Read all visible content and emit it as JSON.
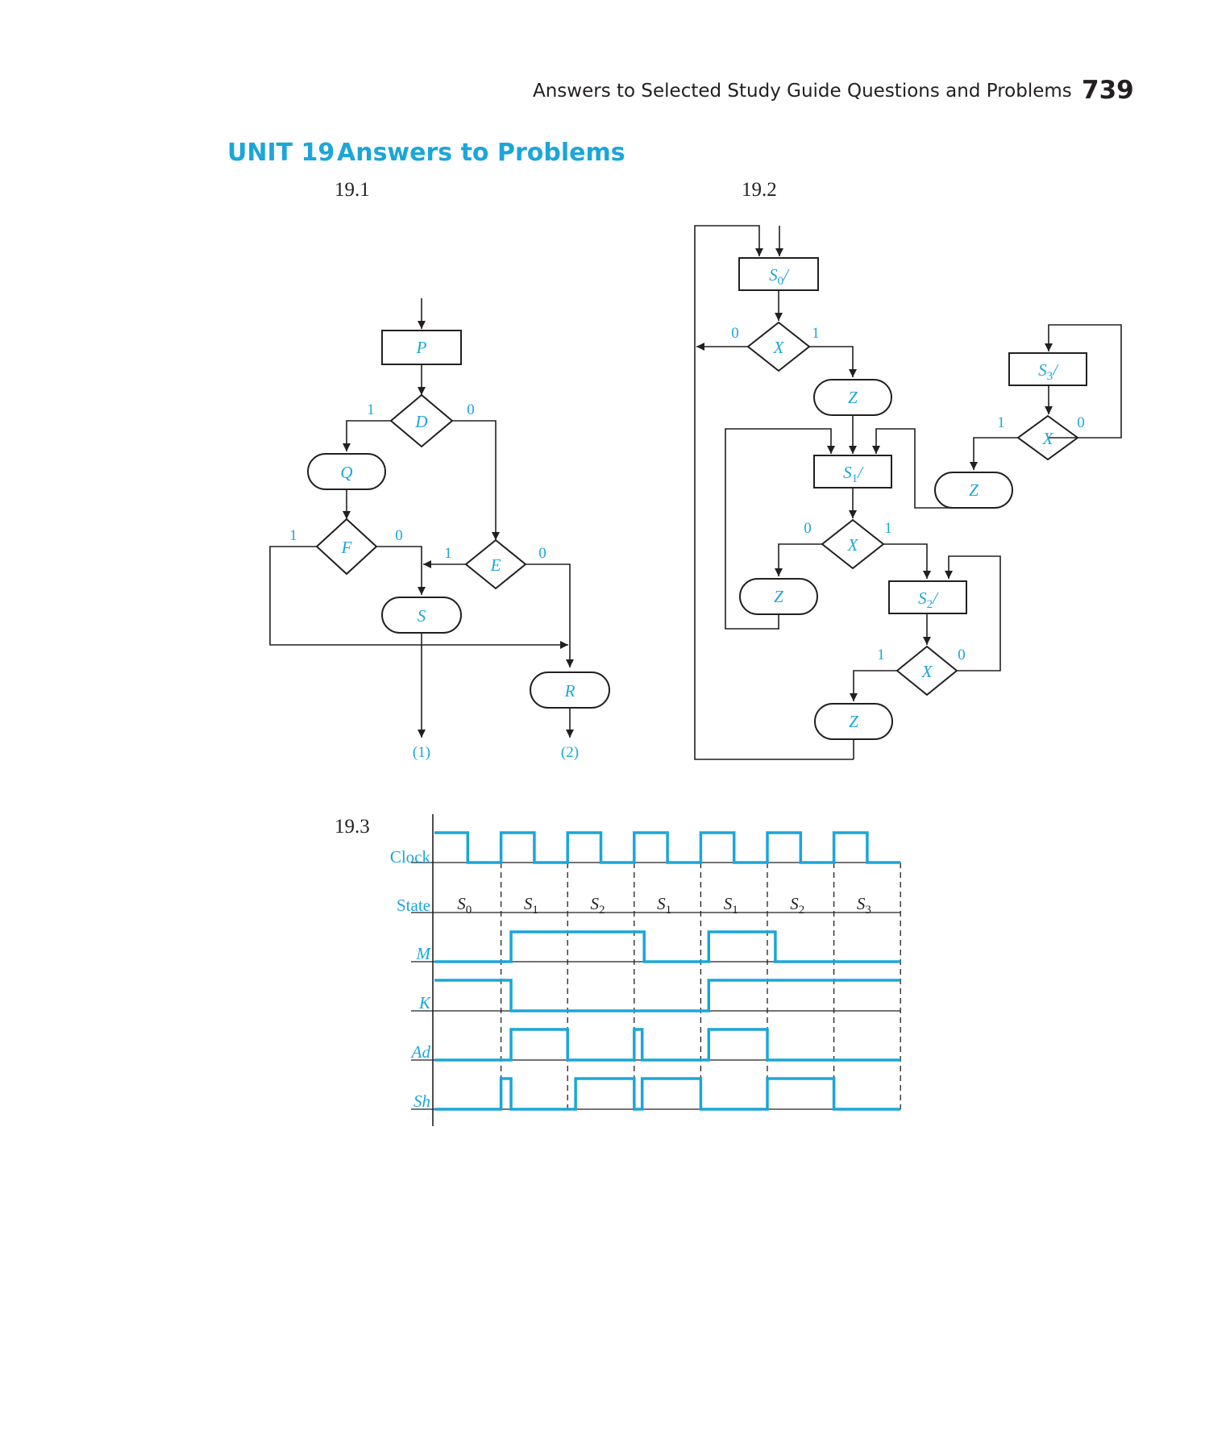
{
  "header": {
    "running_title": "Answers to Selected Study Guide Questions and Problems",
    "page_number": "739"
  },
  "section": {
    "unit": "UNIT 19",
    "title": "Answers to Problems"
  },
  "problems": {
    "p1": {
      "id": "19.1",
      "labels": {
        "P": "P",
        "D": "D",
        "Q": "Q",
        "F": "F",
        "E": "E",
        "S": "S",
        "R": "R"
      },
      "bits": {
        "one": "1",
        "zero": "0"
      },
      "exits": {
        "e1": "(1)",
        "e2": "(2)"
      }
    },
    "p2": {
      "id": "19.2",
      "states": {
        "s0": "S",
        "s1": "S",
        "s2": "S",
        "s3": "S"
      },
      "subs": {
        "s0": "0",
        "s1": "1",
        "s2": "2",
        "s3": "3"
      },
      "slash": "/",
      "x": "X",
      "z": "Z",
      "bits": {
        "one": "1",
        "zero": "0"
      }
    },
    "p3": {
      "id": "19.3",
      "signals": {
        "clock": "Clock",
        "state": "State",
        "m": "M",
        "k": "K",
        "ad": "Ad",
        "sh": "Sh"
      },
      "state_sequence": [
        {
          "name": "S",
          "sub": "0"
        },
        {
          "name": "S",
          "sub": "1"
        },
        {
          "name": "S",
          "sub": "2"
        },
        {
          "name": "S",
          "sub": "1"
        },
        {
          "name": "S",
          "sub": "1"
        },
        {
          "name": "S",
          "sub": "2"
        },
        {
          "name": "S",
          "sub": "3"
        }
      ],
      "colors": {
        "wave": "#1ba6d9",
        "line": "#231f20"
      }
    }
  }
}
